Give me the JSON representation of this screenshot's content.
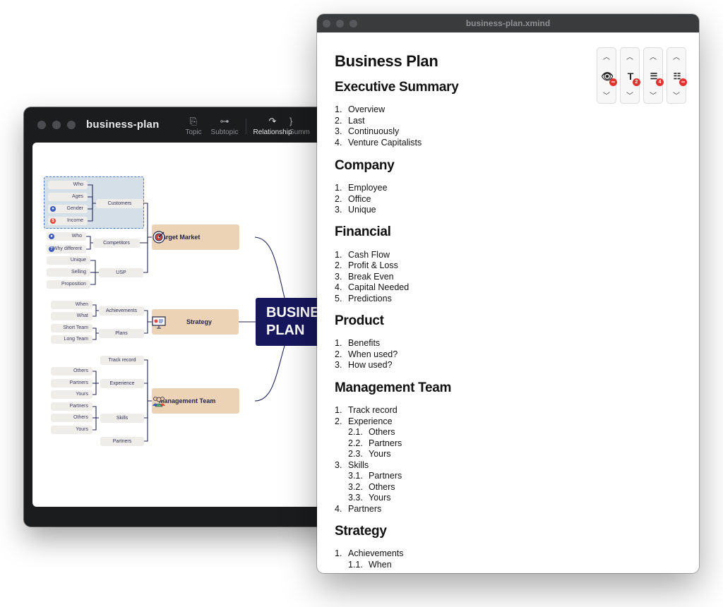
{
  "mindmap_window": {
    "title": "business-plan",
    "toolbar": [
      {
        "label": "Topic",
        "icon": "topic-icon"
      },
      {
        "label": "Subtopic",
        "icon": "subtopic-icon"
      },
      {
        "label": "Relationship",
        "icon": "relationship-icon"
      },
      {
        "label": "Summ",
        "icon": "summary-icon"
      }
    ],
    "central_topic": [
      "BUSINE",
      "PLAN"
    ],
    "main_topics": {
      "target_market": "Target Market",
      "strategy": "Strategy",
      "management_team": "Management Team"
    },
    "target_market": {
      "customers": "Customers",
      "customers_children": [
        "Who",
        "Ages",
        "Gender",
        "Income"
      ],
      "competitors": "Competitors",
      "competitors_children": [
        "Who",
        "Why different"
      ],
      "usp": "USP",
      "usp_children": [
        "Unique",
        "Selling",
        "Proposition"
      ]
    },
    "strategy": {
      "achievements": "Achievements",
      "achievements_children": [
        "When",
        "What"
      ],
      "plans": "Plans",
      "plans_children": [
        "Short Team",
        "Long Team"
      ]
    },
    "management": {
      "track_record": "Track record",
      "experience": "Experience",
      "experience_children": [
        "Others",
        "Partners",
        "Yours"
      ],
      "skills": "Skills",
      "skills_children": [
        "Partners",
        "Others",
        "Yours"
      ],
      "partners": "Partners"
    },
    "colors": {
      "central": "#17175e",
      "main_topic": "#ecd3b5",
      "leaf": "#efedea",
      "line": "#25265a"
    }
  },
  "outline_window": {
    "title": "business-plan.xmind",
    "doc_title": "Business Plan",
    "controls": [
      {
        "icon": "eye-icon",
        "badge": "∞"
      },
      {
        "icon": "text-icon",
        "badge": "2"
      },
      {
        "icon": "numbered-list-icon",
        "badge": "4"
      },
      {
        "icon": "bullet-list-icon",
        "badge": "∞"
      }
    ],
    "sections": [
      {
        "heading": "Executive Summary",
        "items": [
          {
            "n": "1.",
            "t": "Overview"
          },
          {
            "n": "2.",
            "t": "Last"
          },
          {
            "n": "3.",
            "t": "Continuously"
          },
          {
            "n": "4.",
            "t": "Venture Capitalists"
          }
        ]
      },
      {
        "heading": "Company",
        "items": [
          {
            "n": "1.",
            "t": "Employee"
          },
          {
            "n": "2.",
            "t": "Office"
          },
          {
            "n": "3.",
            "t": "Unique"
          }
        ]
      },
      {
        "heading": "Financial",
        "items": [
          {
            "n": "1.",
            "t": "Cash Flow"
          },
          {
            "n": "2.",
            "t": "Profit & Loss"
          },
          {
            "n": "3.",
            "t": "Break Even"
          },
          {
            "n": "4.",
            "t": "Capital Needed"
          },
          {
            "n": "5.",
            "t": "Predictions"
          }
        ]
      },
      {
        "heading": "Product",
        "items": [
          {
            "n": "1.",
            "t": "Benefits"
          },
          {
            "n": "2.",
            "t": "When used?"
          },
          {
            "n": "3.",
            "t": "How used?"
          }
        ]
      },
      {
        "heading": "Management Team",
        "items": [
          {
            "n": "1.",
            "t": "Track record"
          },
          {
            "n": "2.",
            "t": "Experience"
          },
          {
            "n": "2.1.",
            "t": "Others"
          },
          {
            "n": "2.2.",
            "t": "Partners"
          },
          {
            "n": "2.3.",
            "t": "Yours"
          },
          {
            "n": "3.",
            "t": "Skills"
          },
          {
            "n": "3.1.",
            "t": "Partners"
          },
          {
            "n": "3.2.",
            "t": "Others"
          },
          {
            "n": "3.3.",
            "t": "Yours"
          },
          {
            "n": "4.",
            "t": "Partners"
          }
        ]
      },
      {
        "heading": "Strategy",
        "items": [
          {
            "n": "1.",
            "t": "Achievements"
          },
          {
            "n": "1.1.",
            "t": "When"
          }
        ]
      }
    ]
  }
}
